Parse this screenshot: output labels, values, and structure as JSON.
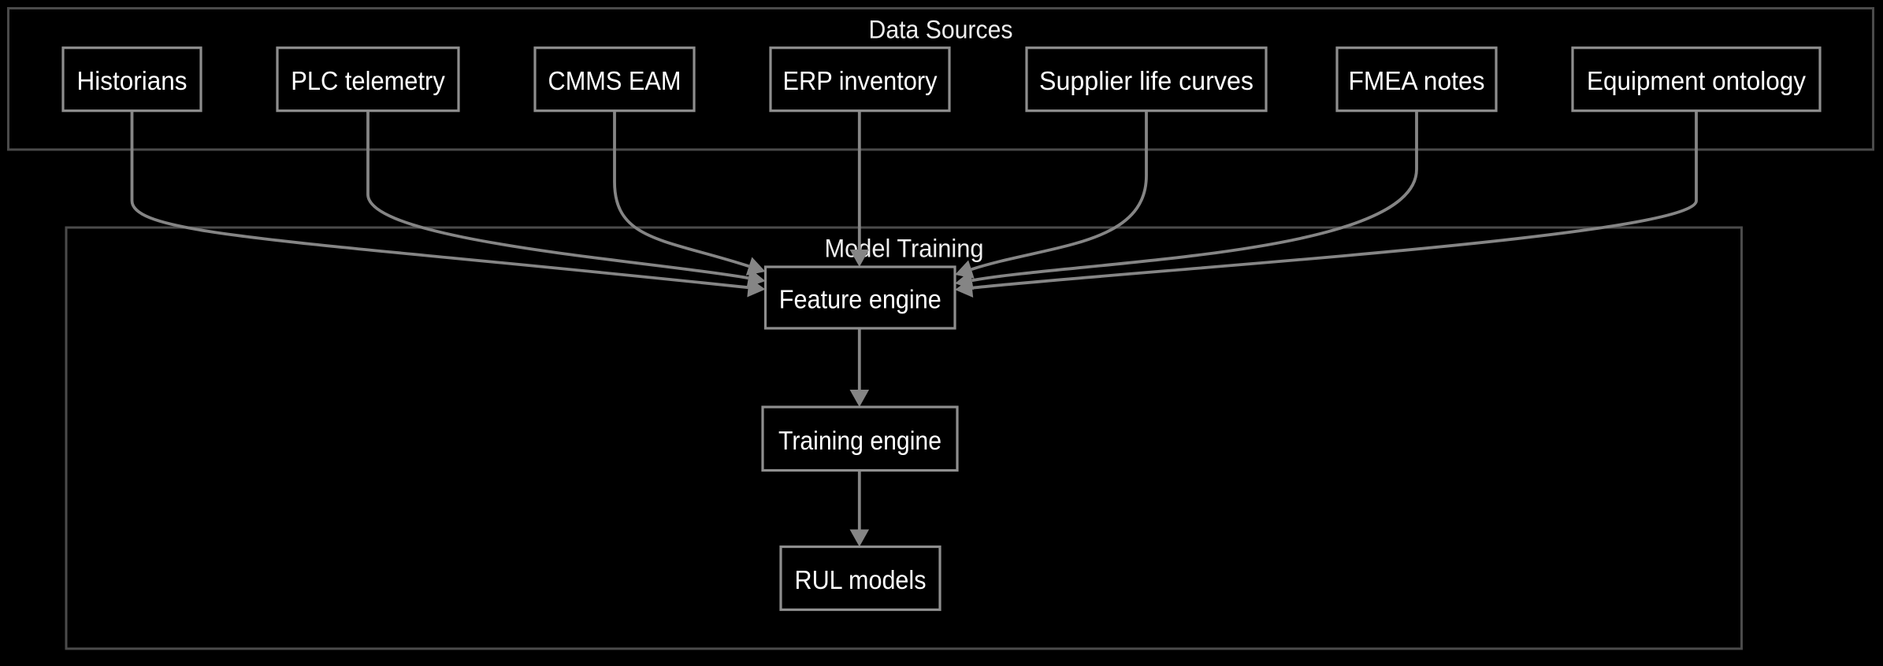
{
  "diagram": {
    "background": "#000000",
    "clusters": [
      {
        "id": "data-sources",
        "label": "Data Sources",
        "nodes": [
          {
            "label": "Historians"
          },
          {
            "label": "PLC telemetry"
          },
          {
            "label": "CMMS EAM"
          },
          {
            "label": "ERP inventory"
          },
          {
            "label": "Supplier life curves"
          },
          {
            "label": "FMEA notes"
          },
          {
            "label": "Equipment ontology"
          }
        ]
      },
      {
        "id": "model-training",
        "label": "Model Training",
        "nodes": [
          {
            "label": "Feature engine"
          },
          {
            "label": "Training engine"
          },
          {
            "label": "RUL models"
          }
        ]
      }
    ],
    "edges": [
      {
        "from": "Historians",
        "to": "Feature engine"
      },
      {
        "from": "PLC telemetry",
        "to": "Feature engine"
      },
      {
        "from": "CMMS EAM",
        "to": "Feature engine"
      },
      {
        "from": "ERP inventory",
        "to": "Feature engine"
      },
      {
        "from": "Supplier life curves",
        "to": "Feature engine"
      },
      {
        "from": "FMEA notes",
        "to": "Feature engine"
      },
      {
        "from": "Feature engine",
        "to": "Training engine"
      },
      {
        "from": "Training engine",
        "to": "RUL models"
      }
    ],
    "colors": {
      "background": "#000000",
      "cluster_border": "#4b4b4b",
      "node_border": "#8e8e8e",
      "edge": "#858585",
      "node_text": "#ffffff",
      "cluster_text": "#eeeeee"
    }
  }
}
